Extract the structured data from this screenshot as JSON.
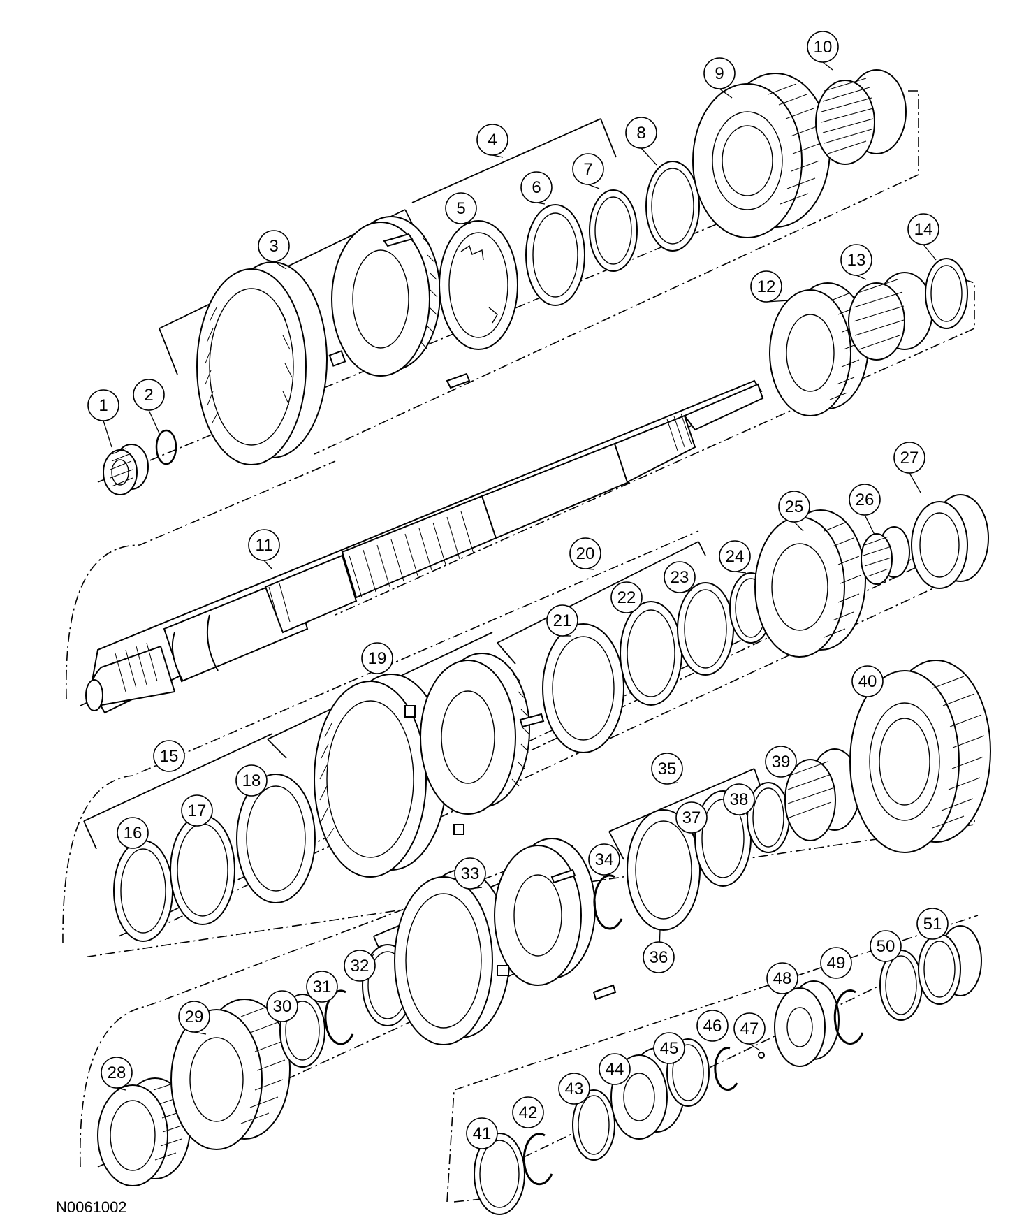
{
  "figure_id": "N0061002",
  "callout_labels": [
    "1",
    "2",
    "3",
    "4",
    "5",
    "6",
    "7",
    "8",
    "9",
    "10",
    "11",
    "12",
    "13",
    "14",
    "15",
    "16",
    "17",
    "18",
    "19",
    "20",
    "21",
    "22",
    "23",
    "24",
    "25",
    "26",
    "27",
    "28",
    "29",
    "30",
    "31",
    "32",
    "33",
    "34",
    "35",
    "36",
    "37",
    "38",
    "39",
    "40",
    "41",
    "42",
    "43",
    "44",
    "45",
    "46",
    "47",
    "48",
    "49",
    "50",
    "51"
  ]
}
